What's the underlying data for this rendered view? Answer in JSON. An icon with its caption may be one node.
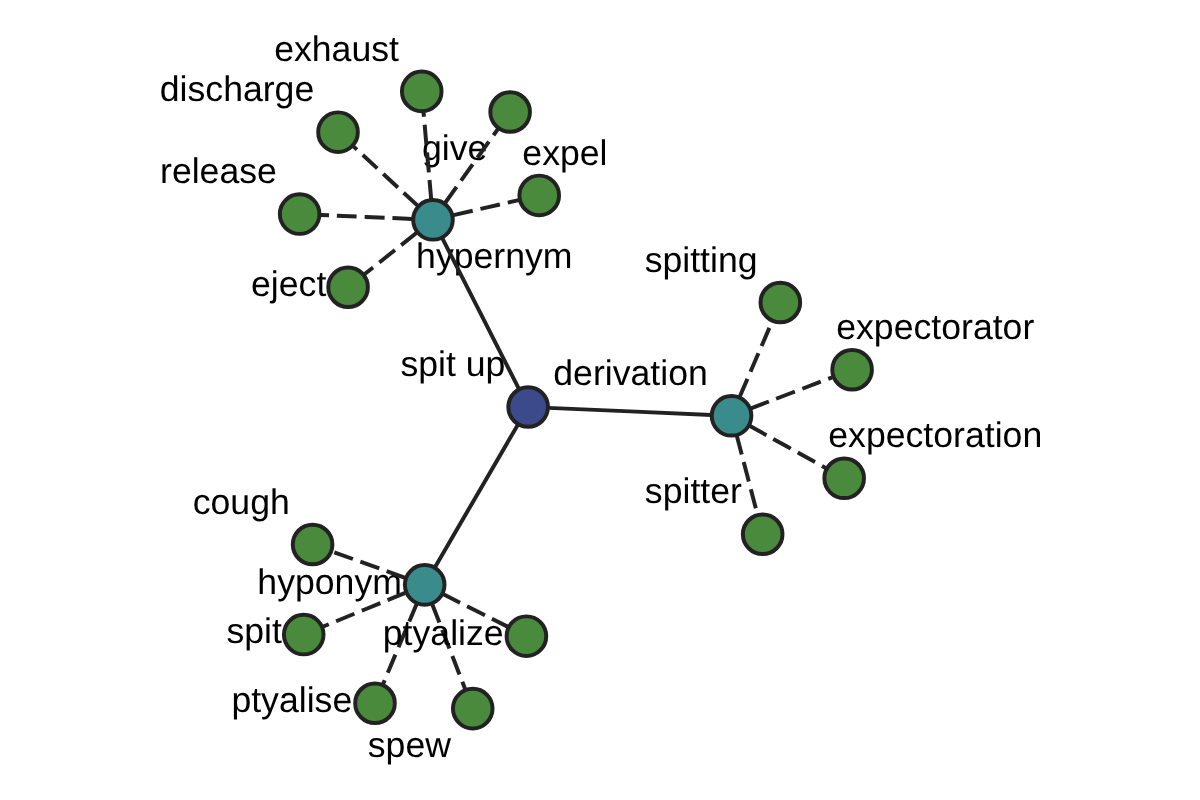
{
  "diagram": {
    "nodes": [
      {
        "text": [],
        "shape": "circle",
        "beside": [
          "spit up"
        ]
      },
      {
        "text": [],
        "shape": "circle",
        "beside": [
          "derivation"
        ]
      },
      {
        "text": [],
        "shape": "circle",
        "beside": [
          "hyponym"
        ]
      },
      {
        "text": [],
        "shape": "circle",
        "beside": [
          "hypernym"
        ]
      },
      {
        "text": [],
        "shape": "circle",
        "beside": [
          "expectorator"
        ]
      },
      {
        "text": [],
        "shape": "circle",
        "beside": [
          "spitting"
        ]
      },
      {
        "text": [],
        "shape": "circle",
        "beside": [
          "spitter"
        ]
      },
      {
        "text": [],
        "shape": "circle",
        "beside": [
          "expectoration"
        ]
      },
      {
        "text": [],
        "shape": "circle",
        "beside": [
          "spit"
        ]
      },
      {
        "text": [],
        "shape": "circle",
        "beside": [
          "ptyalise"
        ]
      },
      {
        "text": [],
        "shape": "circle",
        "beside": [
          "spew"
        ]
      },
      {
        "text": [],
        "shape": "circle",
        "beside": [
          "cough"
        ]
      },
      {
        "text": [],
        "shape": "circle",
        "beside": [
          "ptyalize"
        ]
      },
      {
        "text": [],
        "shape": "circle",
        "beside": [
          "give"
        ]
      },
      {
        "text": [],
        "shape": "circle",
        "beside": [
          "exhaust"
        ]
      },
      {
        "text": [],
        "shape": "circle",
        "beside": [
          "eject"
        ]
      },
      {
        "text": [],
        "shape": "circle",
        "beside": [
          "expel"
        ]
      },
      {
        "text": [],
        "shape": "circle",
        "beside": [
          "discharge"
        ]
      },
      {
        "text": [],
        "shape": "circle",
        "beside": [
          "release"
        ]
      }
    ],
    "edges": [
      {
        "from": 0,
        "to": 1,
        "arrow": "none"
      },
      {
        "from": 0,
        "to": 2,
        "arrow": "none"
      },
      {
        "from": 0,
        "to": 3,
        "arrow": "none"
      },
      {
        "from": 1,
        "to": 4,
        "arrow": "none",
        "style": "dashed"
      },
      {
        "from": 1,
        "to": 5,
        "arrow": "none",
        "style": "dashed"
      },
      {
        "from": 1,
        "to": 6,
        "arrow": "none",
        "style": "dashed"
      },
      {
        "from": 1,
        "to": 7,
        "arrow": "none",
        "style": "dashed"
      },
      {
        "from": 2,
        "to": 8,
        "arrow": "none",
        "style": "dashed"
      },
      {
        "from": 2,
        "to": 9,
        "arrow": "none",
        "style": "dashed"
      },
      {
        "from": 2,
        "to": 10,
        "arrow": "none",
        "style": "dashed"
      },
      {
        "from": 2,
        "to": 11,
        "arrow": "none",
        "style": "dashed"
      },
      {
        "from": 2,
        "to": 12,
        "arrow": "none",
        "style": "dashed"
      },
      {
        "from": 3,
        "to": 13,
        "arrow": "none",
        "style": "dashed"
      },
      {
        "from": 3,
        "to": 14,
        "arrow": "none",
        "style": "dashed"
      },
      {
        "from": 3,
        "to": 15,
        "arrow": "none",
        "style": "dashed"
      },
      {
        "from": 3,
        "to": 16,
        "arrow": "none",
        "style": "dashed"
      },
      {
        "from": 3,
        "to": 17,
        "arrow": "none",
        "style": "dashed"
      },
      {
        "from": 3,
        "to": 18,
        "arrow": "none",
        "style": "dashed"
      }
    ]
  }
}
